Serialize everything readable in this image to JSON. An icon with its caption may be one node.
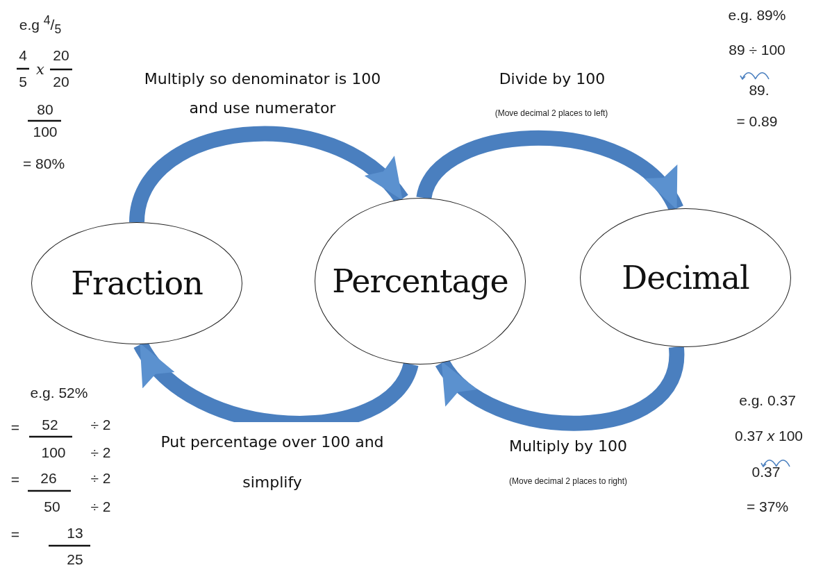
{
  "diagram": {
    "nodes": [
      {
        "text": [
          "Fraction"
        ]
      },
      {
        "text": [
          "Percentage"
        ]
      },
      {
        "text": [
          "Decimal"
        ]
      }
    ],
    "edges": [
      {
        "from": 0,
        "to": 1,
        "arrow": "to",
        "label": "Multiply so denominator is 100 and use numerator"
      },
      {
        "from": 1,
        "to": 2,
        "arrow": "to",
        "label": "Divide by 100"
      },
      {
        "from": 2,
        "to": 1,
        "arrow": "to",
        "label": "Multiply by 100"
      },
      {
        "from": 1,
        "to": 0,
        "arrow": "to",
        "label": "Put percentage over 100 and simplify"
      }
    ],
    "labels": [
      "e.g $^{4}$/$_{5}$",
      "4",
      "5",
      "x",
      "20",
      "20",
      "80",
      "100",
      "= 80%",
      "(Move decimal 2 places to left)",
      "e.g. 89%",
      "89 ÷ 100",
      "89.",
      "= 0.89",
      "e.g. 52%",
      "=",
      "52",
      "÷ 2",
      "100",
      "÷ 2",
      "=",
      "26",
      "÷ 2",
      "50",
      "÷ 2",
      "=",
      "13",
      "25",
      "(Move decimal 2 places to right)",
      "e.g. 0.37",
      "0.37 *x* 100",
      "0.37",
      "= 37%"
    ]
  }
}
